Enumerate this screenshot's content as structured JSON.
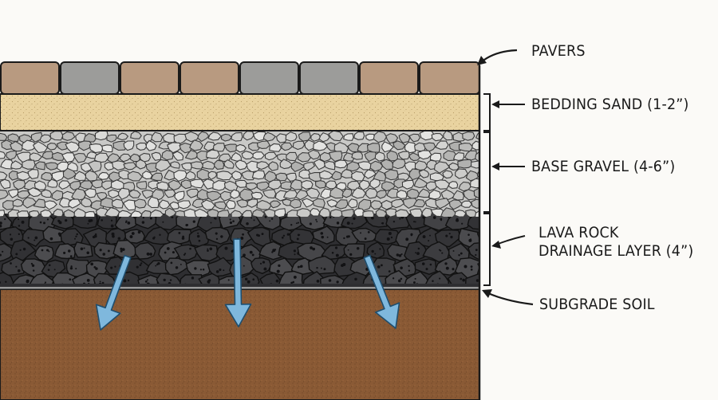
{
  "labels": {
    "pavers": "PAVERS",
    "bedding_sand": "BEDDING SAND (1-2”)",
    "base_gravel": "BASE GRAVEL (4-6”)",
    "lava_rock_line1": "LAVA ROCK",
    "lava_rock_line2": "DRAINAGE LAYER (4”)",
    "subgrade_soil": "SUBGRADE SOIL"
  },
  "colors": {
    "background": "#fbfaf7",
    "paver_tan": "#b89a80",
    "paver_gray": "#9c9c9a",
    "bedding_sand": "#e9d3a0",
    "base_gravel": "#c9c9c7",
    "lava_rock": "#2e2e31",
    "subgrade_soil": "#8a5a35",
    "drainage_arrow": "#7fb8dd",
    "outline": "#1a1a1a"
  },
  "pavers": [
    "tan",
    "gray",
    "tan",
    "tan",
    "gray",
    "gray",
    "tan",
    "tan"
  ],
  "drainage_arrows": 3
}
